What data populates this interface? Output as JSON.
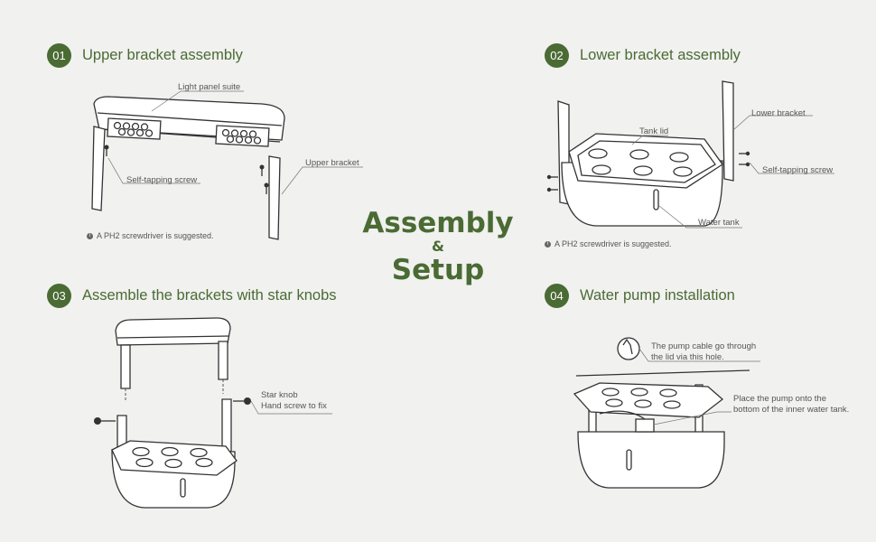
{
  "center": {
    "line1": "Assembly",
    "amp": "&",
    "line2": "Setup"
  },
  "steps": [
    {
      "num": "01",
      "title": "Upper bracket assembly"
    },
    {
      "num": "02",
      "title": "Lower bracket assembly"
    },
    {
      "num": "03",
      "title": "Assemble the brackets with star knobs"
    },
    {
      "num": "04",
      "title": "Water pump installation"
    }
  ],
  "step1": {
    "light_panel": "Light panel suite",
    "screw": "Self-tapping screw",
    "bracket": "Upper bracket",
    "note": "A PH2 screwdriver is suggested."
  },
  "step2": {
    "tank_lid": "Tank lid",
    "bracket": "Lower bracket",
    "screw": "Self-tapping screw",
    "tank": "Water tank",
    "note": "A PH2 screwdriver is suggested."
  },
  "step3": {
    "knob_line1": "Star knob",
    "knob_line2": "Hand screw to fix"
  },
  "step4": {
    "cable_line1": "The pump cable go through",
    "cable_line2": "the lid via this hole.",
    "pump_line1": "Place the pump onto the",
    "pump_line2": "bottom of the inner water tank."
  },
  "colors": {
    "accent": "#4a6b34",
    "background": "#f1f1ef"
  },
  "icons": [
    "info-icon",
    "screw-icon",
    "star-knob-icon"
  ]
}
